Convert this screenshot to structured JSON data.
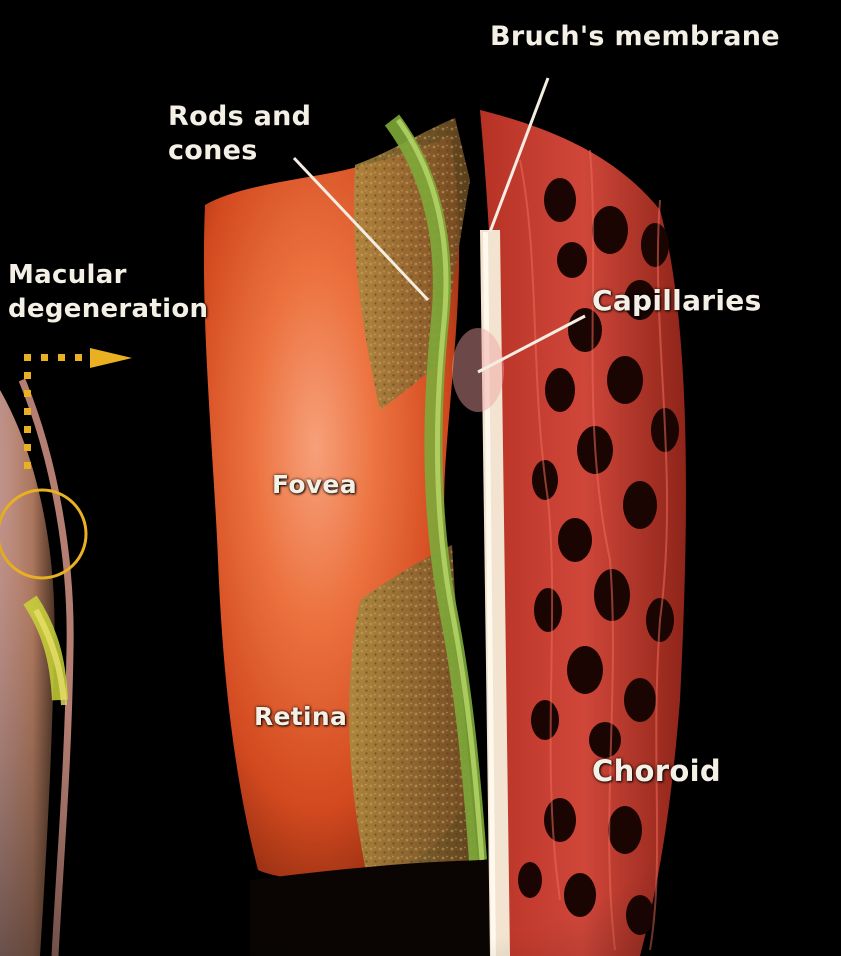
{
  "labels": {
    "bruchs_membrane": "Bruch's membrane",
    "rods_and_cones_line1": "Rods and",
    "rods_and_cones_line2": "cones",
    "macular_line1": "Macular",
    "macular_line2": "degeneration",
    "capillaries": "Capillaries",
    "fovea": "Fovea",
    "retina": "Retina",
    "choroid": "Choroid"
  },
  "colors": {
    "background": "#000000",
    "label_text": "#f4f0e6",
    "retina_orange": "#e8662a",
    "choroid_red": "#c63a2c",
    "membrane_cream": "#f2e4d0",
    "nerve_green": "#7ea83a",
    "indicator_yellow": "#e9b021"
  }
}
